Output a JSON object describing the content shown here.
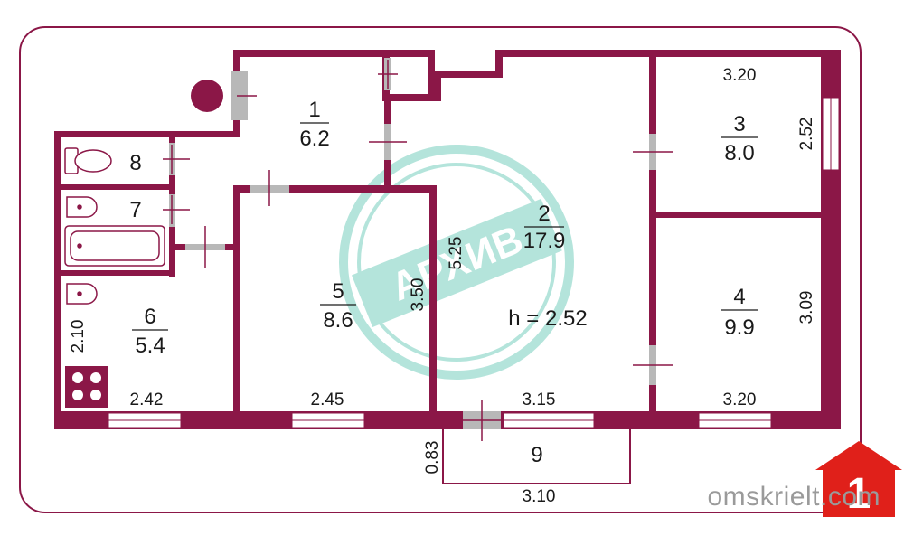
{
  "rooms": [
    {
      "id": "1",
      "number": "1",
      "area": "6.2"
    },
    {
      "id": "2",
      "number": "2",
      "area": "17.9"
    },
    {
      "id": "3",
      "number": "3",
      "area": "8.0"
    },
    {
      "id": "4",
      "number": "4",
      "area": "9.9"
    },
    {
      "id": "5",
      "number": "5",
      "area": "8.6"
    },
    {
      "id": "6",
      "number": "6",
      "area": "5.4"
    },
    {
      "id": "7",
      "number": "7"
    },
    {
      "id": "8",
      "number": "8"
    },
    {
      "id": "9",
      "number": "9"
    }
  ],
  "dimensions": {
    "room3_width": "3.20",
    "room3_depth": "2.52",
    "room4_depth": "3.09",
    "room4_width": "3.20",
    "room2_width": "3.15",
    "room2_depth": "5.25",
    "room5_width": "2.45",
    "room5_depth": "3.50",
    "room6_width": "2.42",
    "room6_depth": "2.10",
    "balcony_width": "3.10",
    "balcony_depth": "0.83"
  },
  "ceiling_height": "h = 2.52",
  "stamp_text": "АРХИВ",
  "brand": {
    "text": "omskrielt.com",
    "logo_number": "1"
  },
  "colors": {
    "wall": "#8b1747",
    "stamp": "#2bb59a",
    "logo": "#e0201a",
    "text": "#1a1a1a"
  }
}
